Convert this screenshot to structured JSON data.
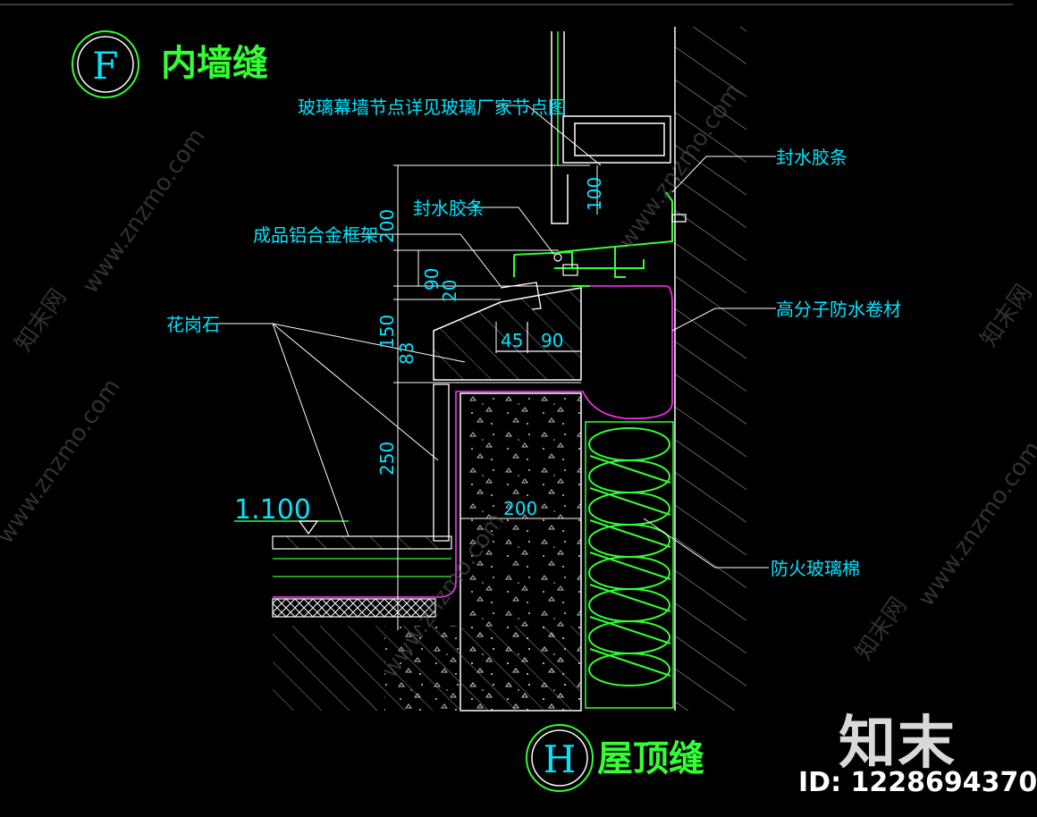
{
  "header": {
    "marker_f": "F",
    "title_f": "内墙缝",
    "marker_h": "H",
    "title_h": "屋顶缝"
  },
  "labels": {
    "glass_curtain": "玻璃幕墙节点详见玻璃厂家节点图",
    "sealing_strip_right": "封水胶条",
    "sealing_strip_left": "封水胶条",
    "aluminum_frame": "成品铝合金框架",
    "granite": "花岗石",
    "waterproof_membrane": "高分子防水卷材",
    "fire_glass_wool": "防火玻璃棉"
  },
  "dimensions": {
    "d100": "100",
    "d200_top": "200",
    "d90_a": "90",
    "d20": "20",
    "d150": "150",
    "d83": "83",
    "d45": "45",
    "d90_b": "90",
    "d250": "250",
    "d200_mid": "200",
    "elevation": "1.100"
  },
  "watermarks": {
    "site": "www.znzmo.com",
    "cn": "知末网"
  },
  "brand": {
    "logo": "知末",
    "id_text": "ID: 1228694370"
  },
  "colors": {
    "cyan": "#00e5ff",
    "green": "#33ff33",
    "white": "#ffffff",
    "magenta": "#ff33ff",
    "grey": "#8a8a8a"
  }
}
